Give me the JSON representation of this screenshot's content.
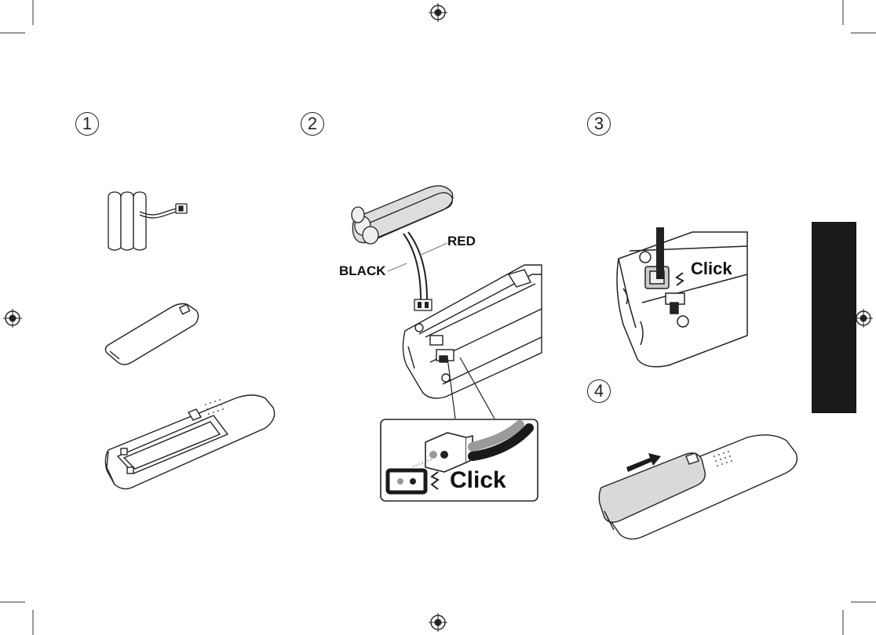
{
  "steps": [
    {
      "number": "1"
    },
    {
      "number": "2"
    },
    {
      "number": "3"
    },
    {
      "number": "4"
    }
  ],
  "labels": {
    "wire_red": "RED",
    "wire_black": "BLACK",
    "click_step2": "Click",
    "click_step3": "Click"
  },
  "colors": {
    "line": "#222222",
    "fill_gray": "#d9d9d9",
    "tab": "#1a1a1a"
  }
}
